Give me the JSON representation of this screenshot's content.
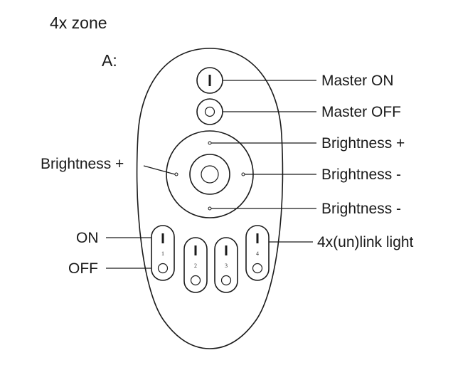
{
  "heading": "4x zone",
  "variant": "A:",
  "labels": {
    "master_on": "Master ON",
    "master_off": "Master OFF",
    "brightness_plus_right": "Brightness +",
    "brightness_plus_left": "Brightness +",
    "brightness_minus_right": "Brightness -",
    "brightness_minus_bottom": "Brightness -",
    "on": "ON",
    "off": "OFF",
    "link": "4x(un)link light"
  },
  "zones": [
    {
      "number": "1"
    },
    {
      "number": "2"
    },
    {
      "number": "3"
    },
    {
      "number": "4"
    }
  ]
}
